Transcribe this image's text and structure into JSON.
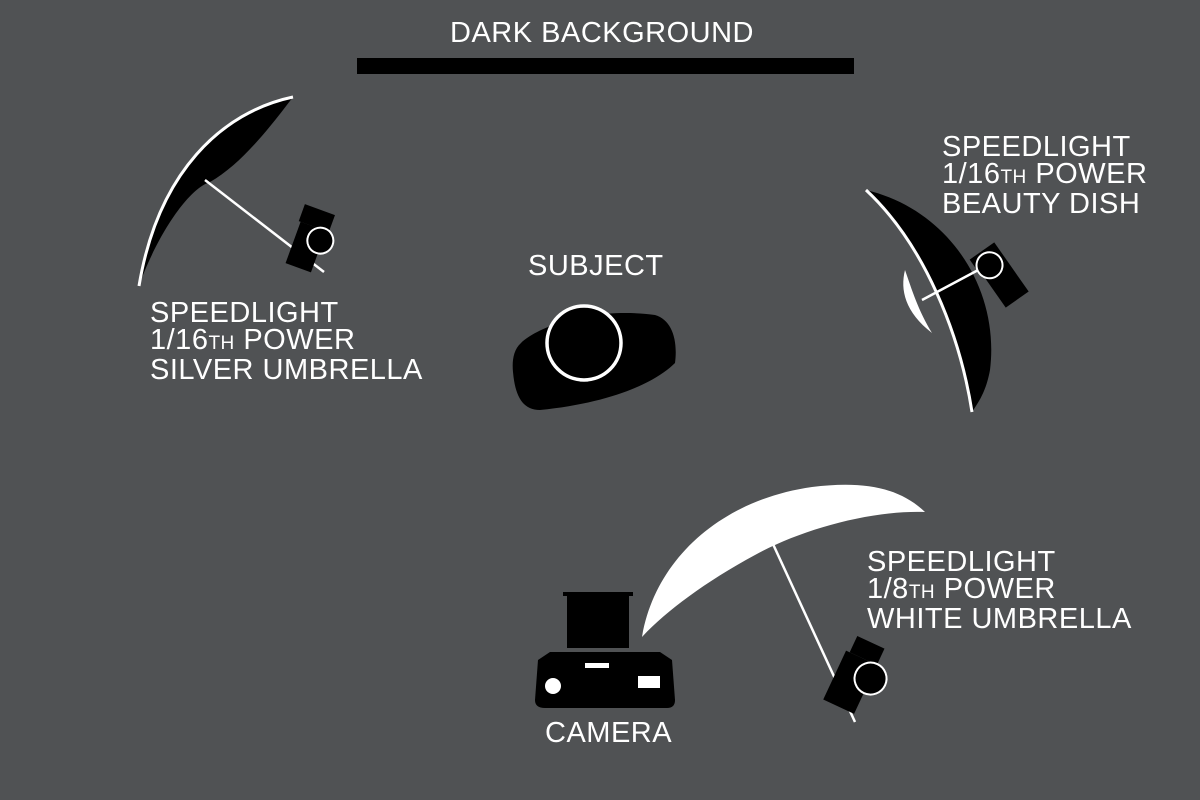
{
  "colors": {
    "background": "#505254",
    "equipment": "#000000",
    "text": "#ffffff",
    "white_umbrella": "#ffffff"
  },
  "background": {
    "label": "DARK BACKGROUND"
  },
  "subject": {
    "label": "SUBJECT"
  },
  "camera": {
    "label": "CAMERA"
  },
  "lights": {
    "left": {
      "line1": "SPEEDLIGHT",
      "line2_prefix": "1/16",
      "line2_suffix": "TH",
      "line2_rest": " POWER",
      "line3": "SILVER UMBRELLA",
      "modifier_icon": "silver-umbrella-icon"
    },
    "right": {
      "line1": "SPEEDLIGHT",
      "line2_prefix": "1/16",
      "line2_suffix": "TH",
      "line2_rest": " POWER",
      "line3": "BEAUTY DISH",
      "modifier_icon": "beauty-dish-icon"
    },
    "bottom": {
      "line1": "SPEEDLIGHT",
      "line2_prefix": "1/8",
      "line2_suffix": "TH",
      "line2_rest": " POWER",
      "line3": "WHITE UMBRELLA",
      "modifier_icon": "white-umbrella-icon"
    }
  }
}
